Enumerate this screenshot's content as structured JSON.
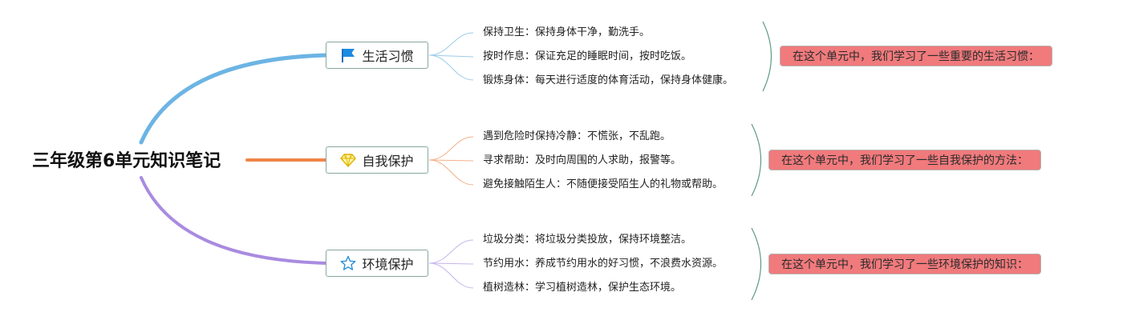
{
  "root": {
    "title": "三年级第6单元知识笔记"
  },
  "colors": {
    "branch_1": "#6cb4e4",
    "branch_2": "#f0864a",
    "branch_3": "#a98be0",
    "summary_fill": "#f07a7c",
    "bracket": "#5f9a86"
  },
  "branches": [
    {
      "label": "生活习惯",
      "icon": "flag-icon",
      "children": [
        "保持卫生：保持身体干净，勤洗手。",
        "按时作息：保证充足的睡眠时间，按时吃饭。",
        "锻炼身体：每天进行适度的体育活动，保持身体健康。"
      ],
      "summary": "在这个单元中，我们学习了一些重要的生活习惯："
    },
    {
      "label": "自我保护",
      "icon": "diamond-icon",
      "children": [
        "遇到危险时保持冷静：不慌张，不乱跑。",
        "寻求帮助：及时向周围的人求助，报警等。",
        "避免接触陌生人：不随便接受陌生人的礼物或帮助。"
      ],
      "summary": "在这个单元中，我们学习了一些自我保护的方法："
    },
    {
      "label": "环境保护",
      "icon": "star-icon",
      "children": [
        "垃圾分类：将垃圾分类投放，保持环境整洁。",
        "节约用水：养成节约用水的好习惯，不浪费水资源。",
        "植树造林：学习植树造林，保护生态环境。"
      ],
      "summary": "在这个单元中，我们学习了一些环境保护的知识："
    }
  ]
}
